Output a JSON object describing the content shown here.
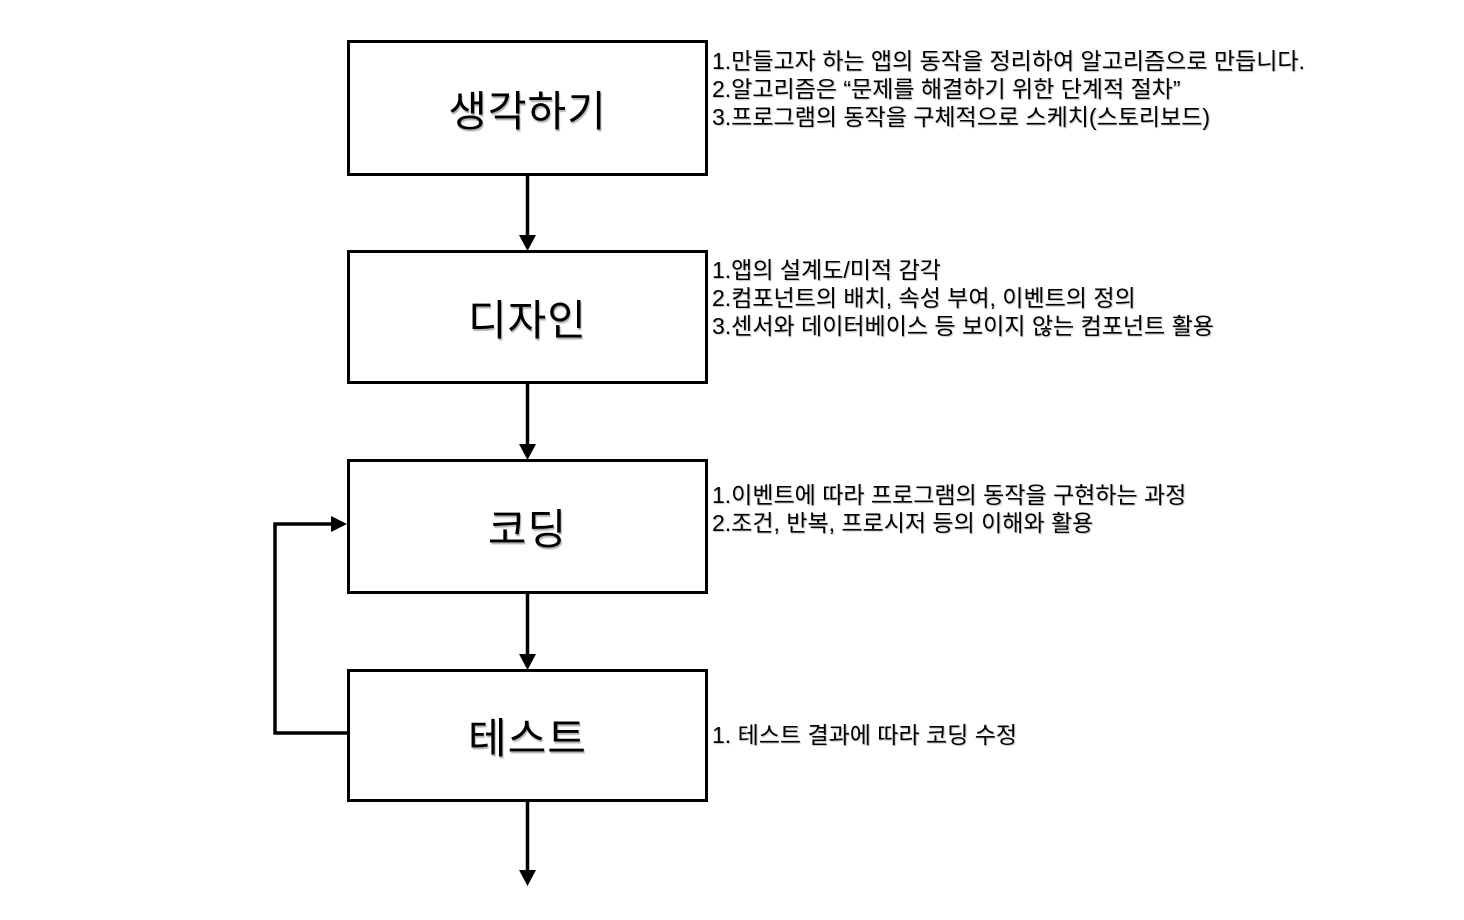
{
  "page": {
    "background": "#ffffff",
    "line_color": "#000000",
    "text_color": "#000000"
  },
  "flowchart": {
    "steps": [
      {
        "id": "thinking",
        "label": "생각하기",
        "notes": [
          "1.만들고자 하는 앱의 동작을 정리하여 알고리즘으로 만듭니다.",
          "2.알고리즘은 “문제를 해결하기 위한 단계적 절차”",
          "3.프로그램의 동작을 구체적으로 스케치(스토리보드)"
        ]
      },
      {
        "id": "design",
        "label": "디자인",
        "notes": [
          "1.앱의 설계도/미적 감각",
          "2.컴포넌트의 배치, 속성 부여, 이벤트의 정의",
          "3.센서와 데이터베이스 등 보이지 않는 컴포넌트 활용"
        ]
      },
      {
        "id": "coding",
        "label": "코딩",
        "notes": [
          "1.이벤트에 따라 프로그램의 동작을 구현하는 과정",
          "2.조건, 반복, 프로시저 등의 이해와 활용"
        ]
      },
      {
        "id": "test",
        "label": "테스트",
        "notes": [
          "1. 테스트 결과에 따라 코딩 수정"
        ]
      }
    ],
    "connectors": [
      {
        "from": "thinking",
        "to": "design",
        "type": "arrow-down"
      },
      {
        "from": "design",
        "to": "coding",
        "type": "arrow-down"
      },
      {
        "from": "coding",
        "to": "test",
        "type": "arrow-down"
      },
      {
        "from": "test",
        "to": "exit",
        "type": "arrow-down"
      },
      {
        "from": "test",
        "to": "coding",
        "type": "feedback-loop-left"
      }
    ]
  }
}
